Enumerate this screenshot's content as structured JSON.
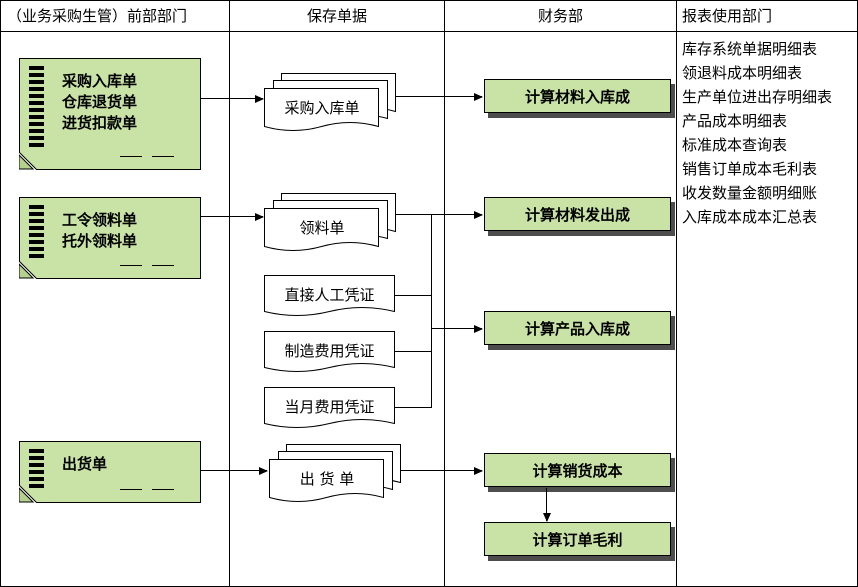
{
  "header": {
    "col1": "（业务采购生管）前部部门",
    "col2": "保存单据",
    "col3": "财务部",
    "col4": "报表使用部门"
  },
  "notes": [
    {
      "lines": [
        "采购入库单",
        "仓库退货单",
        "进货扣款单"
      ]
    },
    {
      "lines": [
        "工令领料单",
        "托外领料单"
      ]
    },
    {
      "lines": [
        "出货单"
      ]
    }
  ],
  "documents": {
    "purchase_receipt": "采购入库单",
    "material_requisition": "领料单",
    "direct_labor_voucher": "直接人工凭证",
    "manufacturing_expense_voucher": "制造费用凭证",
    "monthly_expense_voucher": "当月费用凭证",
    "shipment": "出 货 单"
  },
  "processes": {
    "material_in": "计算材料入库成",
    "material_out": "计算材料发出成",
    "product_in": "计算产品入库成",
    "cogs": "计算销货成本",
    "order_profit": "计算订单毛利"
  },
  "reports": [
    "库存系统单据明细表",
    "领退料成本明细表",
    "生产单位进出存明细表",
    "产品成本明细表",
    "标准成本查询表",
    "销售订单成本毛利表",
    "收发数量金额明细账",
    "入库成本成本汇总表"
  ],
  "colors": {
    "fill_green": "#c9e2a5",
    "border": "#000000",
    "shadow": "#4d4d4d",
    "background": "#ffffff"
  }
}
